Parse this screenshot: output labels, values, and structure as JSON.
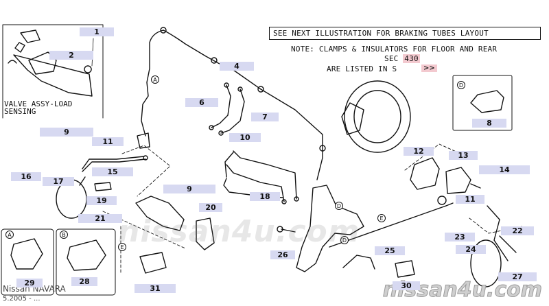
{
  "notes": {
    "top_box": "SEE NEXT ILLUSTRATION FOR BRAKING TUBES LAYOUT",
    "line2": "NOTE: CLAMPS & INSULATORS FOR FLOOR AND REAR",
    "sec_prefix": "SEC",
    "sec_value": "430",
    "line3": "ARE LISTED IN S",
    "sec_arrow": ">>"
  },
  "valve_label": {
    "line1": "VALVE ASSY-LOAD",
    "line2": "SENSING"
  },
  "model": {
    "line1": "Nissan NAVARA",
    "line2": "5.2005 - ..."
  },
  "watermark": {
    "center": "nissan4u.com",
    "bottom_right": "nissan4u.com"
  },
  "callouts": [
    {
      "id": "1",
      "label": "1"
    },
    {
      "id": "2",
      "label": "2"
    },
    {
      "id": "4",
      "label": "4"
    },
    {
      "id": "6",
      "label": "6"
    },
    {
      "id": "7",
      "label": "7"
    },
    {
      "id": "8",
      "label": "8"
    },
    {
      "id": "9a",
      "label": "9"
    },
    {
      "id": "9b",
      "label": "9"
    },
    {
      "id": "10",
      "label": "10"
    },
    {
      "id": "11a",
      "label": "11"
    },
    {
      "id": "11b",
      "label": "11"
    },
    {
      "id": "12",
      "label": "12"
    },
    {
      "id": "13",
      "label": "13"
    },
    {
      "id": "14",
      "label": "14"
    },
    {
      "id": "15",
      "label": "15"
    },
    {
      "id": "16",
      "label": "16"
    },
    {
      "id": "17",
      "label": "17"
    },
    {
      "id": "18",
      "label": "18"
    },
    {
      "id": "19",
      "label": "19"
    },
    {
      "id": "20",
      "label": "20"
    },
    {
      "id": "21",
      "label": "21"
    },
    {
      "id": "22",
      "label": "22"
    },
    {
      "id": "23",
      "label": "23"
    },
    {
      "id": "24",
      "label": "24"
    },
    {
      "id": "25",
      "label": "25"
    },
    {
      "id": "26",
      "label": "26"
    },
    {
      "id": "27",
      "label": "27"
    },
    {
      "id": "28",
      "label": "28"
    },
    {
      "id": "29",
      "label": "29"
    },
    {
      "id": "30",
      "label": "30"
    },
    {
      "id": "31",
      "label": "31"
    }
  ],
  "connector_letters": {
    "A": "A",
    "B": "B",
    "D": "D",
    "E": "E"
  }
}
